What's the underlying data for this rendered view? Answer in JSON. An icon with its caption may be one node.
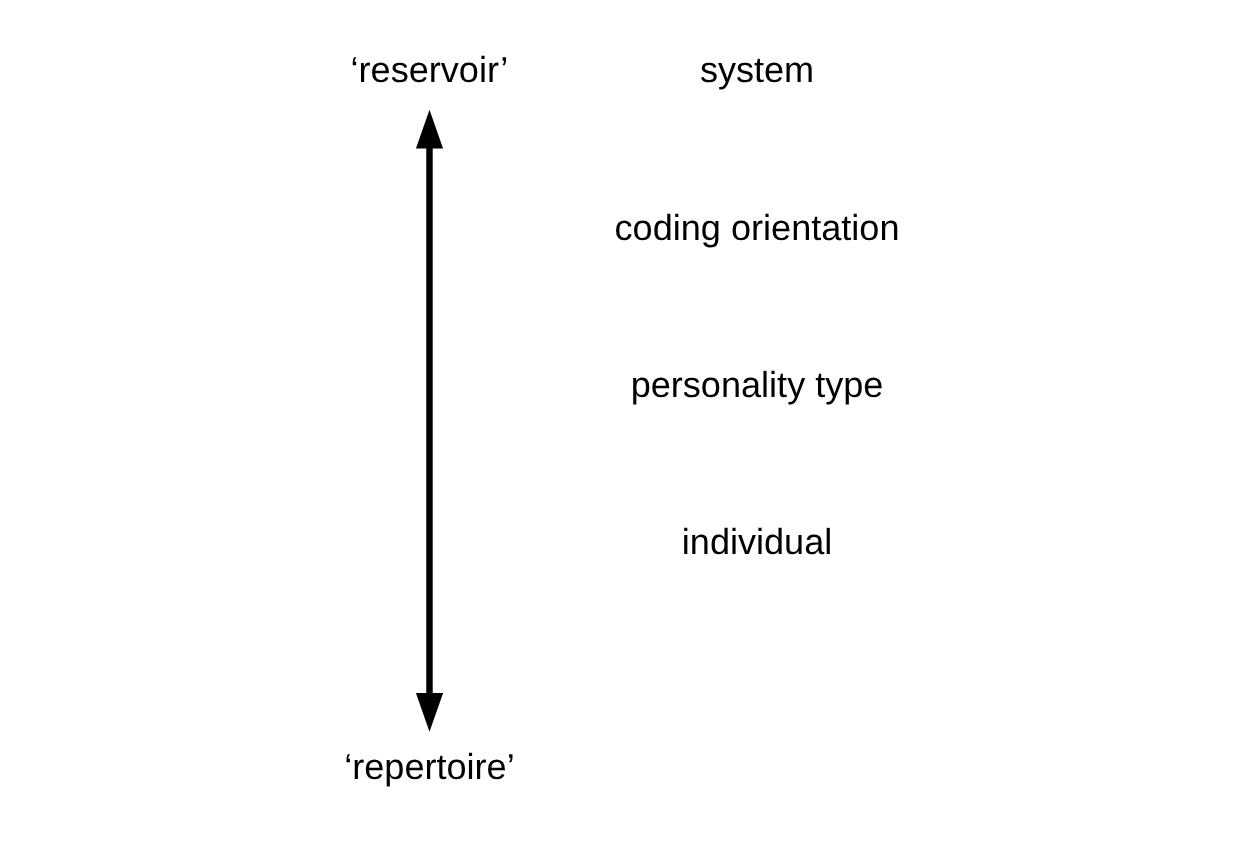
{
  "diagram": {
    "nodes": [
      {
        "text": [
          "‘reservoir’"
        ]
      },
      {
        "text": [
          "‘repertoire’"
        ]
      }
    ],
    "edges": [
      {
        "from": 0,
        "to": 1,
        "arrow": "both"
      }
    ],
    "labels": [
      "system",
      "coding orientation",
      "personality type",
      "individual"
    ]
  }
}
